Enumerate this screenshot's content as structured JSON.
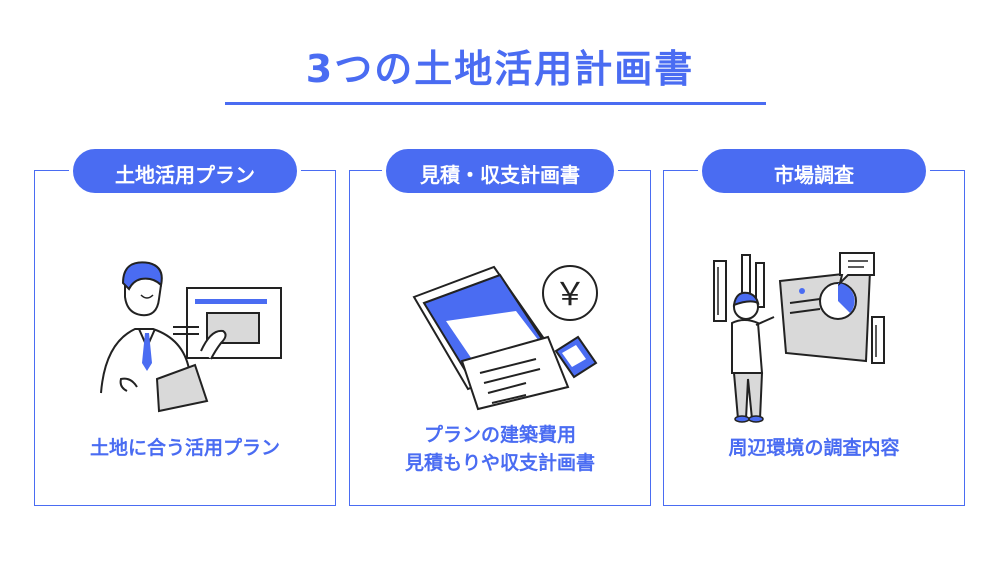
{
  "title": "3つの土地活用計画書",
  "cards": [
    {
      "label": "土地活用プラン",
      "caption": [
        "土地に合う活用プラン"
      ],
      "icon": "presenter-with-board-icon"
    },
    {
      "label": "見積・収支計画書",
      "caption": [
        "プランの建築費用",
        "見積もりや収支計画書"
      ],
      "icon": "documents-with-yen-icon",
      "yen_symbol": "￥"
    },
    {
      "label": "市場調査",
      "caption": [
        "周辺環境の調査内容"
      ],
      "icon": "person-analyzing-charts-icon"
    }
  ],
  "colors": {
    "accent": "#4a6cf2",
    "line": "#222222",
    "shade": "#d9d9d9"
  }
}
